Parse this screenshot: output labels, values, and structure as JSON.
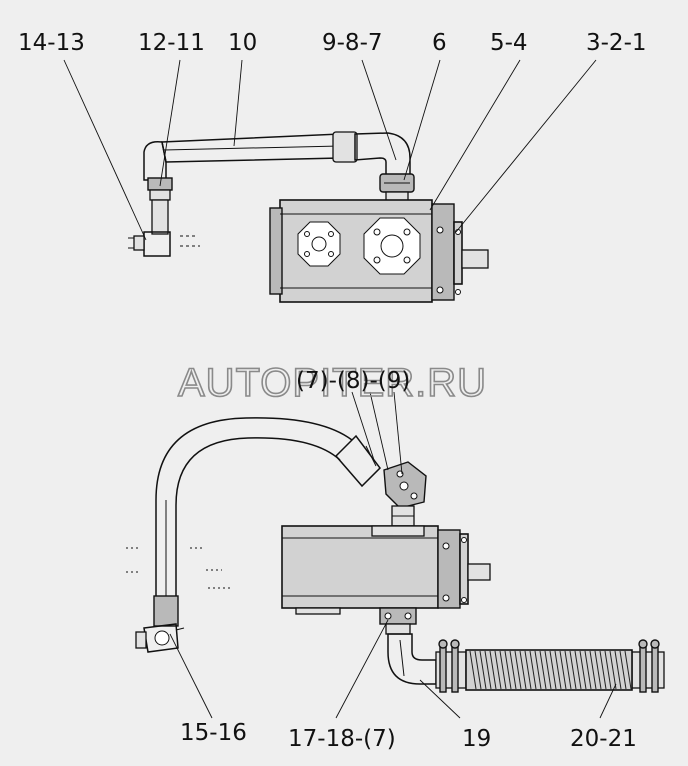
{
  "labels": {
    "l14_13": "14-13",
    "l12_11": "12-11",
    "l10": "10",
    "l9_8_7": "9-8-7",
    "l6": "6",
    "l5_4": "5-4",
    "l3_2_1": "3-2-1",
    "l7_8_9": "(7)-(8)-(9)",
    "l15_16": "15-16",
    "l17_18_7": "17-18-(7)",
    "l19": "19",
    "l20_21": "20-21"
  },
  "watermark": "AUTOPITER.RU",
  "colors": {
    "background": "#efefef",
    "line": "#111111",
    "part_fill": "#d2d2d2",
    "watermark": "#8a8a8a"
  }
}
